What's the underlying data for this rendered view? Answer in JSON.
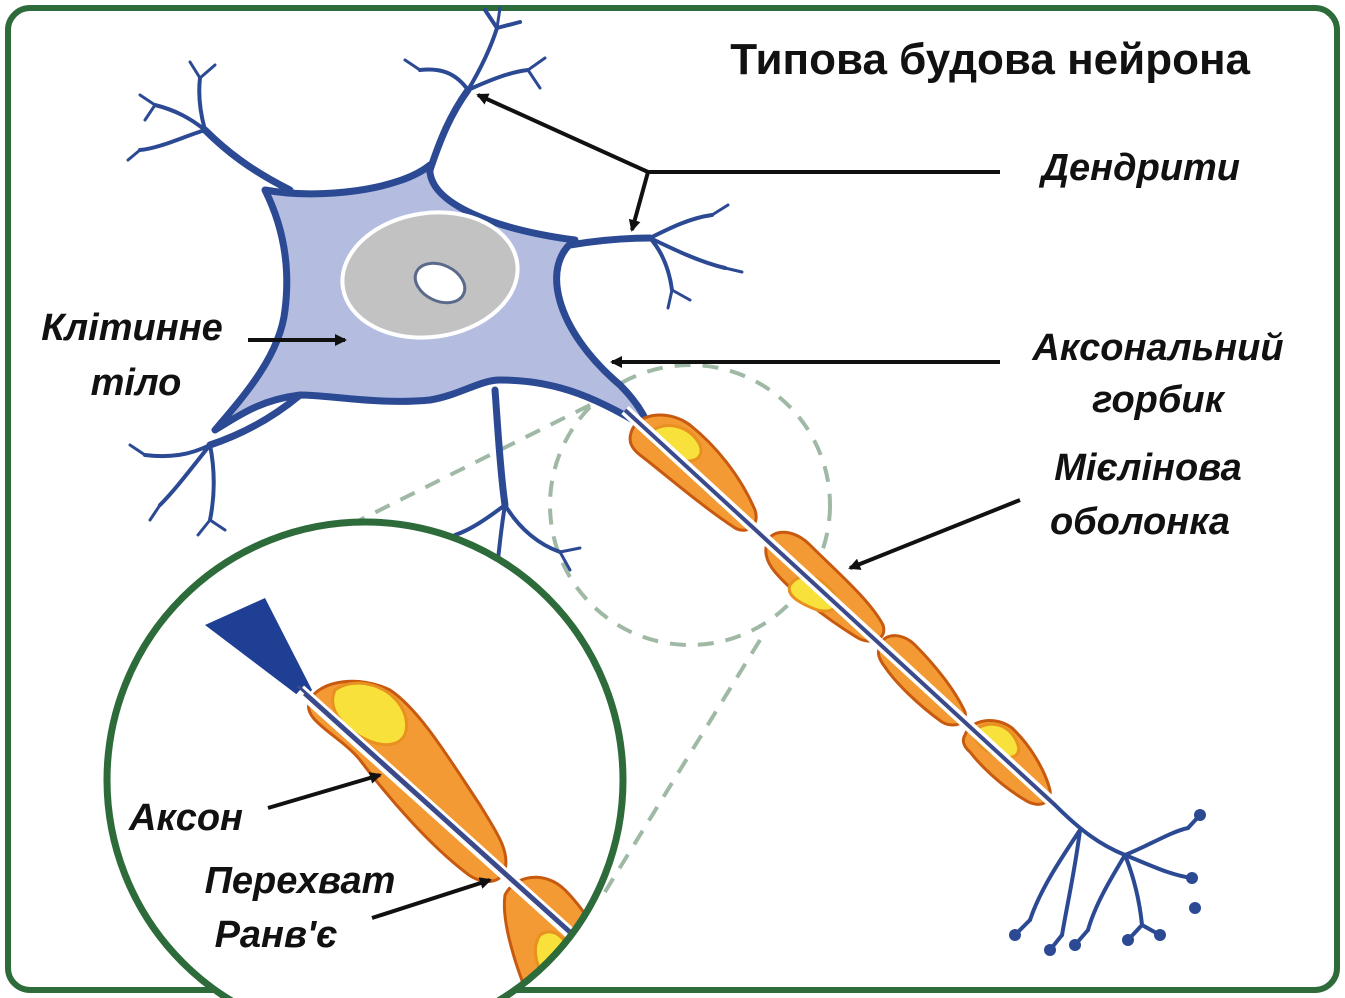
{
  "title": "Типова будова нейрона",
  "labels": {
    "dendrites": "Дендрити",
    "cell_body_line1": "Клітинне",
    "cell_body_line2": "тіло",
    "axon_hillock_line1": "Аксональний",
    "axon_hillock_line2": "горбик",
    "myelin_line1": "Мієлінова",
    "myelin_line2": "оболонка",
    "axon": "Аксон",
    "node_line1": "Перехват",
    "node_line2": "Ранв'є"
  },
  "colors": {
    "frame": "#2e6b3a",
    "membrane": "#2c4a94",
    "cytoplasm": "#b4bde0",
    "nucleus": "#c2c2c2",
    "nucleolus": "#ffffff",
    "myelin_outer": "#e2761c",
    "myelin_fill": "#f39a34",
    "schwann_nucleus": "#f7e13a",
    "axon_line": "#3a4a8a",
    "dashed": "#9fb9a4",
    "label_text": "#111111"
  }
}
